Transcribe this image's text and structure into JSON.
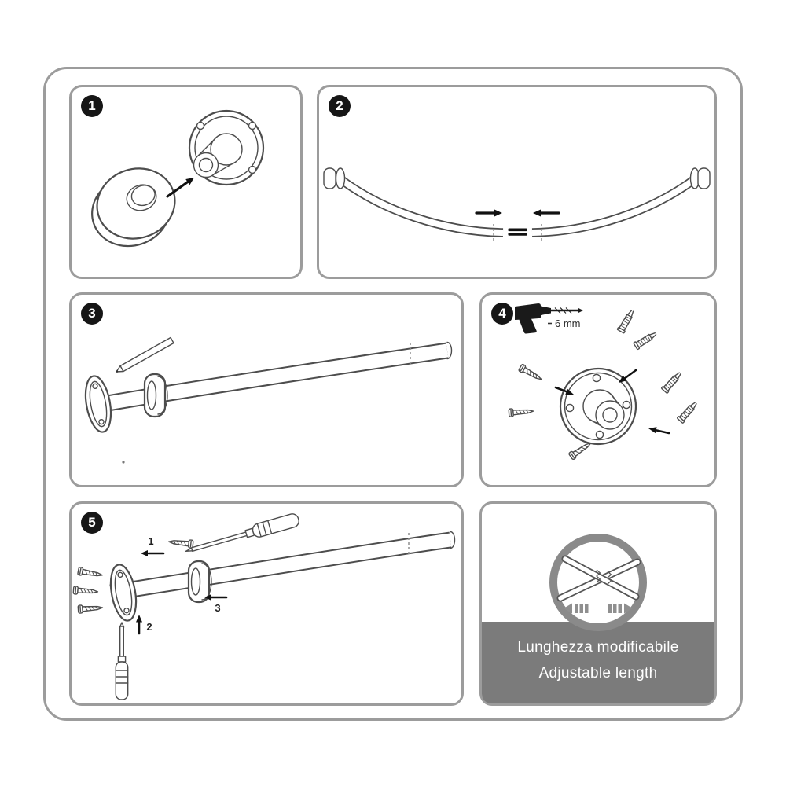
{
  "colors": {
    "frame_border": "#9c9c9c",
    "line_art": "#4d4d4d",
    "badge_bg": "#161616",
    "badge_text": "#ffffff",
    "info_bg": "#7b7b7b",
    "info_text": "#ffffff"
  },
  "steps": {
    "step1": {
      "badge": "1"
    },
    "step2": {
      "badge": "2"
    },
    "step3": {
      "badge": "3"
    },
    "step4": {
      "badge": "4",
      "drill_size": "6 mm"
    },
    "step5": {
      "badge": "5",
      "callout_1": "1",
      "callout_2": "2",
      "callout_3": "3"
    }
  },
  "info_panel": {
    "line1": "Lunghezza modificabile",
    "line2": "Adjustable length"
  },
  "icons": {
    "step1": [
      "cover-ring",
      "wall-bracket",
      "insert-arrow"
    ],
    "step2": [
      "curved-rod-left-half",
      "curved-rod-right-half",
      "connector",
      "join-arrows"
    ],
    "step3": [
      "pencil",
      "rod-with-bracket",
      "cover-ring",
      "mark-dashes"
    ],
    "step4": [
      "drill",
      "drill-bit",
      "screws",
      "wall-anchors",
      "wall-bracket"
    ],
    "step5": [
      "screwdriver-diagonal",
      "screwdriver-vertical",
      "screws",
      "rod-with-bracket",
      "arrows"
    ],
    "info": [
      "adjustable-length-circle-icon",
      "crossed-rods",
      "double-arrow"
    ]
  }
}
